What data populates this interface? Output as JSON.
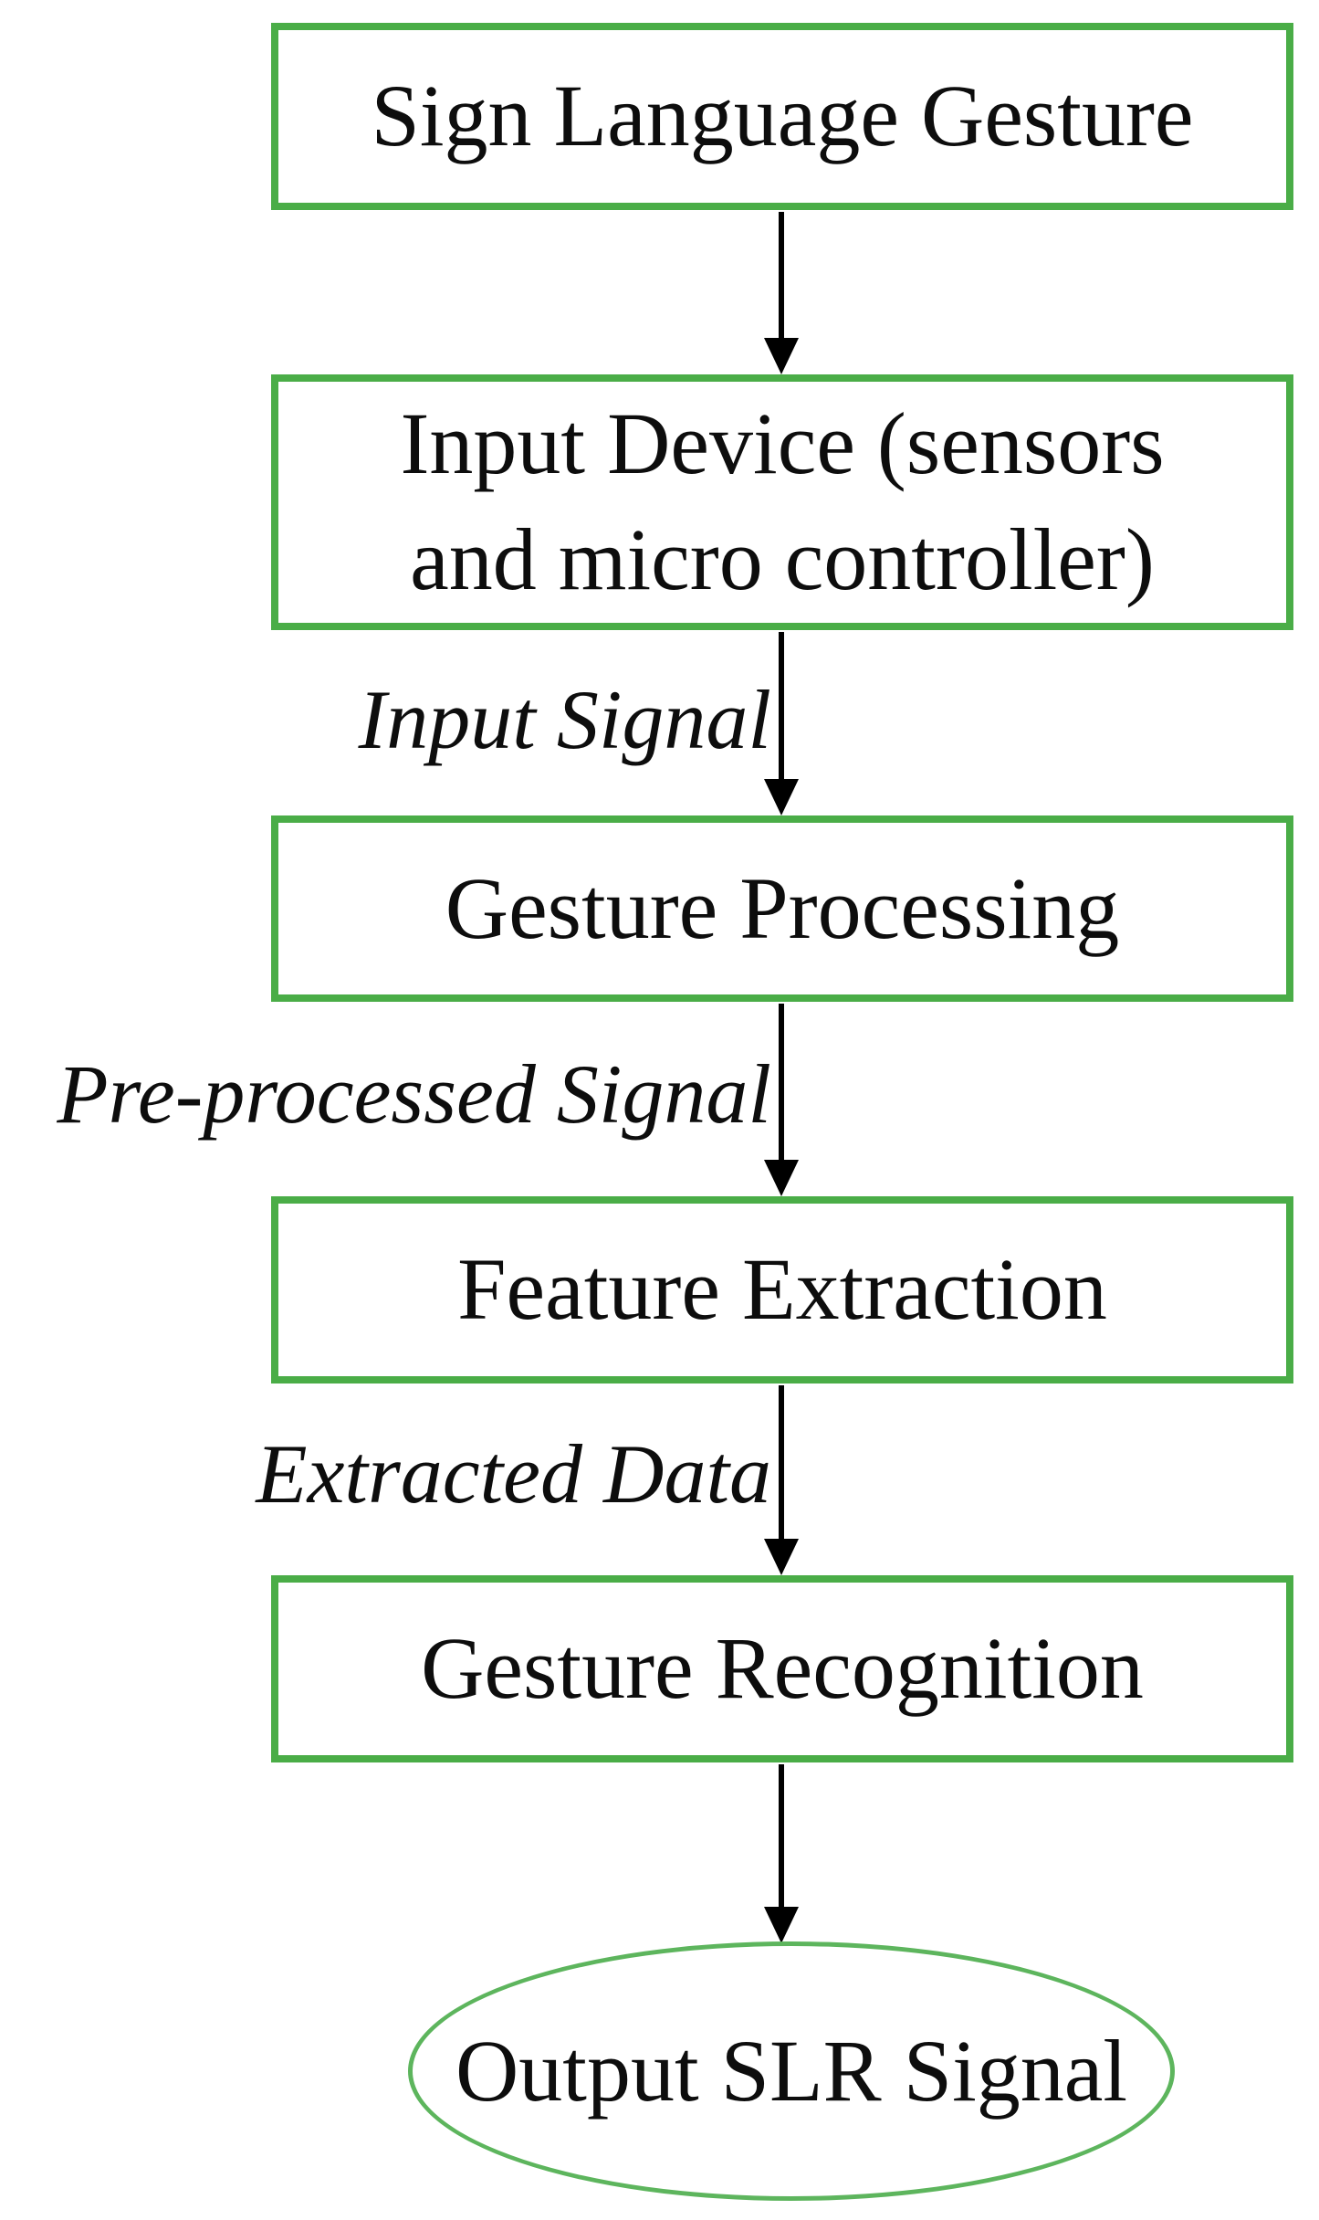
{
  "diagram": {
    "nodes": [
      {
        "id": "sign-language-gesture",
        "label": "Sign Language Gesture",
        "shape": "rectangle"
      },
      {
        "id": "input-device",
        "label": "Input Device (sensors and micro controller)",
        "shape": "rectangle"
      },
      {
        "id": "gesture-processing",
        "label": "Gesture Processing",
        "shape": "rectangle"
      },
      {
        "id": "feature-extraction",
        "label": "Feature Extraction",
        "shape": "rectangle"
      },
      {
        "id": "gesture-recognition",
        "label": "Gesture Recognition",
        "shape": "rectangle"
      },
      {
        "id": "output-slr-signal",
        "label": "Output SLR Signal",
        "shape": "ellipse"
      }
    ],
    "edges": [
      {
        "from": "sign-language-gesture",
        "to": "input-device",
        "label": ""
      },
      {
        "from": "input-device",
        "to": "gesture-processing",
        "label": "Input Signal"
      },
      {
        "from": "gesture-processing",
        "to": "feature-extraction",
        "label": "Pre-processed Signal"
      },
      {
        "from": "feature-extraction",
        "to": "gesture-recognition",
        "label": "Extracted Data"
      },
      {
        "from": "gesture-recognition",
        "to": "output-slr-signal",
        "label": ""
      }
    ],
    "colors": {
      "box_border": "#4aad47",
      "ellipse_border": "#5db55d",
      "arrow": "#000000",
      "text": "#0d0d0d",
      "background": "#ffffff"
    }
  }
}
